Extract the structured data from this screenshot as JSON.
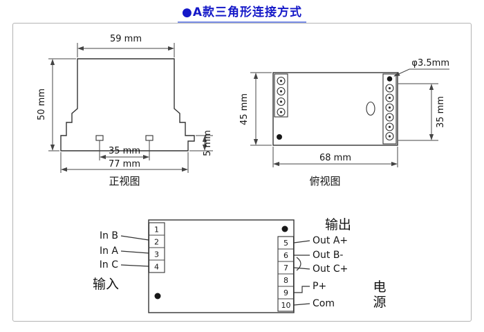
{
  "title": "●A款三角形连接方式",
  "front_view": {
    "label": "正视图",
    "dims": {
      "top_width": "59 mm",
      "height": "50 mm",
      "foot_span": "35 mm",
      "total_width": "77 mm",
      "rail_depth": "5 mm"
    }
  },
  "top_view": {
    "label": "俯视图",
    "dims": {
      "hole_diameter": "φ3.5mm",
      "height": "45 mm",
      "terminal_span": "35 mm",
      "width": "68 mm"
    }
  },
  "wiring": {
    "input_group_label": "输入",
    "output_group_label": "输出",
    "power_label_lines": [
      "电",
      "源"
    ],
    "left_terminals": [
      "1",
      "2",
      "3",
      "4"
    ],
    "right_terminals": [
      "5",
      "6",
      "7",
      "8",
      "9",
      "10"
    ],
    "input_labels": [
      "In B",
      "In A",
      "In C"
    ],
    "output_labels": [
      "Out A+",
      "Out B-",
      "Out C+",
      "P+",
      "Com"
    ]
  },
  "colors": {
    "accent_blue": "#1418c8",
    "line_dark": "#333333"
  }
}
